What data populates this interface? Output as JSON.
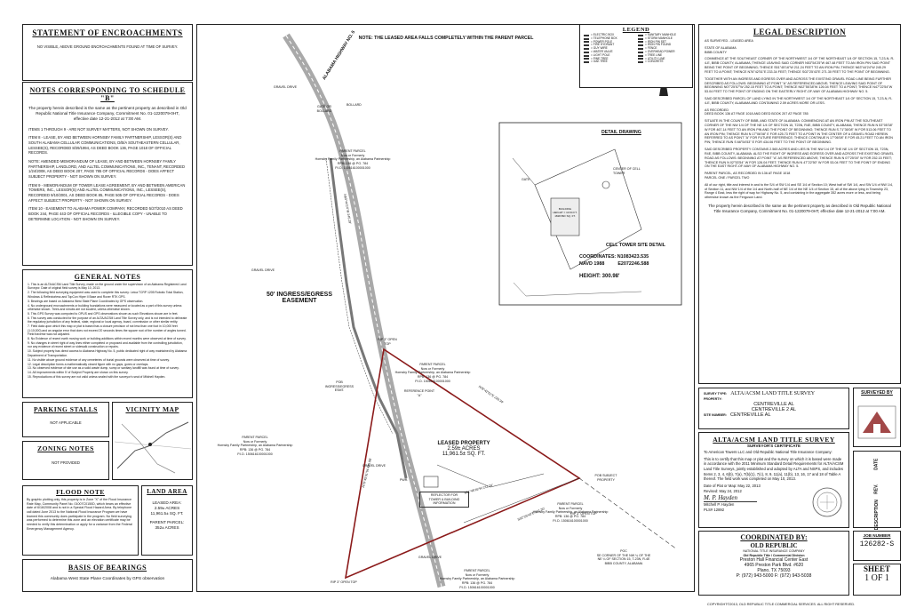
{
  "encroachments": {
    "title": "STATEMENT OF ENCROACHMENTS",
    "text": "NO VISIBLE, ABOVE GROUND ENCROACHMENTS FOUND AT TIME OF SURVEY."
  },
  "schedule_notes": {
    "title": "NOTES CORRESPONDING TO SCHEDULE \"B\"",
    "intro": "The property herein described is the same as the pertinent property as described in Old Republic National Title Insurance Company, Commitment No. 01-1220079-0HT, effective date 12-21-2012 at 7:00 AM.",
    "items": [
      "ITEMS 1 THROUGH 9 - ARE NOT SURVEY MATTERS, NOT SHOWN ON SURVEY.",
      "ITEM 8 - LEASE, BY AND BETWEEN HORNSBY FAMILY PARTNERSHIP, LESSOR(S) AND SOUTH ALABAMA CELLULAR COMMUNICATIONS, D/B/A SOUTHEASTERN CELLULAR, LESSEE(S), RECORDED 8/29/1994, AS DEED BOOK 136, PAGE 1018 OF OFFICIAL RECORDS.",
      "NOTE: AMENDED MEMORANDUM OF LEASE, BY AND BETWEEN HORNSBY FAMILY PARTNERSHIP, LANDLORD, AND ALLTEL COMMUNICATIONS, INC., TENANT, RECORDED 1/24/2008, AS DEED BOOK 207, PAGE 785 OF OFFICIAL RECORDS - DOES AFFECT SUBJECT PROPERTY - NOT SHOWN ON SURVEY.",
      "ITEM 9 - MEMORANDUM OF TOWER LEASE AGREEMENT, BY AND BETWEEN AMERICAN TOWERS, INC., LESSOR(S) AND ALLTEL COMMUNICATIONS, INC., LESSEE(S), RECORDED 9/10/2001, AS DEED BOOK 85, PAGE 505 OF OFFICIAL RECORDS - DOES AFFECT SUBJECT PROPERTY - NOT SHOWN ON SURVEY.",
      "ITEM 10 - EASEMENT TO ALABAMA POWER COMPANY, RECORDED 5/27/2010 AS DEED BOOK 244, PAGE 443 OF OFFICIAL RECORDS - ILLEGIBLE COPY - UNABLE TO DETERMINE LOCATION - NOT SHOWN ON SURVEY."
    ]
  },
  "general_notes": {
    "title": "GENERAL NOTES",
    "items": [
      "1. This is an ALTA/ACSM Land Title Survey, made on the ground under the supervision of an Alabama Registered Land Surveyor. Date of original field survey is May 10, 2013.",
      "2. The following field surveying equipment was used to complete this survey: Leica TCRP 1205 Robotic Total Station, Windows & Reflectorless and TopCon Hiper II Base and Rover RTK GPS.",
      "3. Bearings are based on Alabama West State Plane Coordinates by GPS observation.",
      "4. No underground encroachments or building foundations were measured or located as a part of this survey unless otherwise shown. Trees and shrubs are not located, unless otherwise shown.",
      "5. This GPS Survey was computed to OPUS and GPS observations shown as such Elevations shown are in feet.",
      "6. This survey was conducted for the purpose of an ALTA/ACSM Land Title Survey only, and is not intended to delineate the regulatory jurisdiction of any federal, state, regional or local agency, board, commission or other similar entity.",
      "7. Field data upon which this map or plat is based has a closure precision of not less than one foot in 10,000 feet (1:10,000) and an angular error that does not exceed 20 seconds times the square root of the number of angles turned. Field traverse was not adjusted.",
      "8. No Evidence of recent earth moving work or building additions within recent months were observed at time of survey.",
      "9. No changes in street right of way lines either completed or proposed and available from the controlling jurisdiction, nor any evidence of recent street or sidewalk construction or repairs.",
      "10. Subject property has direct access to Alabama Highway No. 5, public dedicated right of way maintained by Alabama Department of Transportation.",
      "11. No visible above ground evidence of any cemeteries of burial grounds were observed at time of survey.",
      "12. Legal description forms a mathematically closed figure with no gaps, gores or overlaps.",
      "13. No observed evidence of site use as a solid waste dump, sump or sanitary landfill was found at time of survey.",
      "14. All improvements within 5' of Subject Property are shown on this survey.",
      "15. Reproductions of this survey are not valid unless sealed with the surveyor's seal of Mitchell Hayden."
    ]
  },
  "parking": {
    "title": "PARKING STALLS",
    "text": "NOT APPLICABLE"
  },
  "zoning": {
    "title": "ZONING NOTES",
    "text": "NOT PROVIDED"
  },
  "vicinity": {
    "title": "VICINITY MAP"
  },
  "flood": {
    "title": "FLOOD NOTE",
    "text": "By graphic plotting only, this property is in Zone \"X\" of the Flood Insurance Rate Map, Community Panel No. 01007C0150D, which bears an effective date of 6/16/2008 and is not in a Special Flood Hazard Area. By telephone call dated June 2013 to the National Flood Insurance Program we have learned this community does participate in the program. No field surveying was performed to determine this zone and an elevation certificate may be needed to verify this determination or apply for a variance from the Federal Emergency Management Agency."
  },
  "land_area": {
    "title": "LAND AREA",
    "lines": [
      "LEASED AREA:",
      "2.59± ACRES",
      "11,961.5± SQ. FT.",
      "",
      "PARENT PARCEL:",
      "352± ACRES"
    ]
  },
  "basis": {
    "title": "BASIS OF BEARINGS",
    "text": "Alabama West State Plane Coordinates by GPS observation"
  },
  "map": {
    "top_note": "NOTE: THE LEASED AREA FALLS COMPLETELY WITHIN THE PARENT PARCEL",
    "highway": "ALABAMA HIGHWAY NO. 5",
    "ingress": "50' INGRESS/EGRESS",
    "easement": "EASEMENT",
    "leased_title": "LEASED PROPERTY",
    "leased_area1": "2.59± ACRES",
    "leased_area2": "11,961.5± SQ. FT.",
    "parent1": [
      "PARENT PARCEL",
      "Now or Formerly",
      "Hornsby Family Partnership, an Alabama Partnership",
      "RPB: 136 @ PG. 784",
      "P.I.D. 150616100001000"
    ],
    "parent2": [
      "PARENT PARCEL",
      "Now or Formerly",
      "Hornsby Family Partnership, an Alabama Partnership",
      "RPB: 136 @ PG. 784",
      "P.I.D. 150616100001000"
    ],
    "parent3": [
      "PARENT PARCEL",
      "Now or Formerly",
      "Hornsby Family Partnership, an Alabama Partnership",
      "RPB: 136 @ PG. 784",
      "P.I.D. 150616100001000"
    ],
    "parent4": [
      "PARENT PARCEL",
      "Now or Formerly",
      "Hornsby Family Partnership, an Alabama Partnership",
      "RPB: 136 @ PG. 784",
      "P.I.D. 150616100001000"
    ],
    "parent5": [
      "PARENT PARCEL",
      "Now or Formerly",
      "Hornsby Family Partnership, an Alabama Partnership",
      "RPB: 136 @ PG. 784",
      "P.I.D. 150616100001000"
    ],
    "poc": [
      "POC",
      "SE CORNER OF THE NW ¼ OF THE",
      "NE ¼ OF SECTION 15, T-23N, R-4E",
      "BIBB COUNTY, ALABAMA"
    ],
    "ref_point": "REFERENCE POINT \"A\"",
    "ref_box": [
      "REFLECTOR FOR",
      "TOWER & BUILDING",
      "INFORMATION"
    ],
    "detail_title": "DETAIL DRAWING",
    "cell_detail": "CELL TOWER SITE DETAIL",
    "coords": "COORDINATES: N1083423.535",
    "navd": "NAVD 1988          E2072246.588",
    "height": "HEIGHT: 300.98'",
    "building": [
      "BUILDING",
      "HEIGHT = 10.64 FT.",
      "1828.89± SQ. FT."
    ],
    "center_tower": "CENTER OF CELL TOWER",
    "gate": "GATE",
    "labels": {
      "gravel1": "GRAVEL DRIVE",
      "gate_bollard": "GATE OR BOLLARD",
      "bollard": "BOLLARD",
      "gravel2": "GRAVEL DRIVE",
      "rip_top": "RIP 3\" OPEN TOP",
      "pob": "POB INGRESS/EGRESS ESMT.",
      "gravel3": "GRAVEL DRIVE",
      "pob_subject": "POB SUBJECT PROPERTY",
      "rip_bottom": "RIP 3\" OPEN TOP",
      "rip_right": "RIP 3\" OPEN TOP",
      "gravel4": "GRAVEL DRIVE",
      "pwr": "PWR."
    },
    "bearing1": "N76°42'51\"E 233.34'",
    "bearing2": "S02°25'43\"E 271.30'",
    "bearing3": "N76°45'01\"W 445.98'",
    "bearing4": "S51°45'16\"W 211.24'",
    "bearing5": "N63°44'24\"W 245.29'"
  },
  "legend": {
    "title": "LEGEND",
    "items": [
      "= ELECTRIC BOX",
      "= TELEPHONE BOX",
      "= POWER POLE",
      "= FIRE HYDRANT",
      "= GUY WIRE",
      "= WATER VALVE",
      "= LIGHT POLE",
      "= PINE TREE",
      "= OAK TREE",
      "= SANITARY MANHOLE",
      "= STORM MANHOLE",
      "= IRON PIN SET",
      "= IRON PIN FOUND",
      "= FENCE",
      "= OVERHEAD POWER",
      "= TREE LINE",
      "= UTILITY LINE",
      "= CONCRETE"
    ]
  },
  "legal": {
    "title": "LEGAL DESCRIPTION",
    "paragraphs": [
      "AS SURVEYED - LEASED AREA",
      "STATE OF ALABAMA\nBIBB COUNTY",
      "COMMENCE AT THE SOUTHEAST CORNER OF THE NORTHWEST 1/4 OF THE NORTHEAST 1/4 OF SECTION 15, T-23-N, R-4-E, BIBB COUNTY, ALABAMA; THENCE LEAVING SAID CORNER N53°54'25\"W 467.48 FEET TO AN IRON PIN SAID POINT BEING THE POINT OF BEGINNING; THENCE S51°45'16\"W 211.24 FEET TO AN IRON PIN; THENCE N63°44'24\"W 245.29 FEET TO A POINT; THENCE N76°42'51\"E 233.34 FEET; THENCE S02°25'43\"E 271.30 FEET TO THE POINT OF BEGINNING.",
      "TOGETHER WITH AN INGRESS AND EGRESS OVER AND ACROSS THE EXISTING GRAVEL ROAD LINE BEING FURTHER DESCRIBED AS FOLLOWS: BEGINNING AT POINT \"A\" AS REFERENCED ABOVE; THENCE LEAVING SAID POINT OF BEGINNING N07°25'57\"W 252.15 FEET TO A POINT; THENCE N02°55'38\"W 126.04 FEET TO A POINT; THENCE N47°22'54\"W 53.04 FEET TO THE POINT OF ENDING ON THE EASTERLY RIGHT-OF-WAY OF ALABAMA HIGHWAY NO. 5.",
      "SAID DESCRIBED PARCEL OF LAND LYING IN THE NORTHWEST 1/4 OF THE NORTHEAST 1/4 OF SECTION 15, T-23-N, R-4-E, BIBB COUNTY, ALABAMA AND CONTAINING 2.59 ACRES MORE OR LESS.",
      "AS RECORDED\nDEED BOOK 136 AT PAGE 1018 AND DEED BOOK 207 AT PAGE 785",
      "SITUATE IN THE COUNTY OF BIBB, AND STATE OF ALABAMA: COMMENCING AT AN IRON PIN AT THE SOUTHEAST CORNER OF THE NW 1/4 OF THE NE 1/4 OF SECTION 15, T23N, R4E, BIBB COUNTY, ALABAMA; THENCE RUN N 53°05'38\" W FOR 467.14 FEET TO AN IRON PIN AND THE POINT OF BEGINNING; THENCE RUN S 71°36'08\" W FOR 513.06 FEET TO AN IRON PIN; THENCE RUN N 17°06'08\" E FOR 425.73 FEET TO A POINT IN THE CENTER OF A GRAVEL ROAD HEREIN REFERRED TO AS POINT \"A\" FOR FUTURE REFERENCE; THENCE CONTINUE N 17°06'08\" E FOR 45.21 FEET TO AN IRON PIN; THENCE RUN S 66°54'53\" E FOR 434.06 FEET TO THE POINT OF BEGINNING.",
      "SAID DESCRIBED PROPERTY CONTAINS 2.565 ACRES AND LIES IN THE NW 1/4 OF THE NE 1/4 OF SECTION 15, T23N, R4E, BIBB COUNTY, ALABAMA. ALSO THE RIGHT OF INGRESS AND EGRESS OVER AND ACROSS THE EXISTING GRAVEL ROAD AS FOLLOWS: BEGINNING AT POINT \"A\" AS REFERENCED ABOVE; THENCE RUN N 07°25'00\" W FOR 252.15 FEET; THENCE RUN N 02°53'54\" W FOR 126.04 FEET; THENCE RUN N 47°22'50\" W FOR 53.04 FEET TO THE POINT OF ENDING ON THE EAST RIGHT-OF-WAY OF ALABAMA HIGHWAY NO. 5.",
      "PARENT PARCEL, AS RECORDED IN 136 AT PAGE 1018\nPARCEL ONE / PARCEL TWO",
      "All of our right, title and interest in and to the S/4 of SW 1/4 and SE 1/4 of Section 10; West half of SW 1/4, and SW 1/4 of NW 1/4, of Section 11, and NW 1/4 of the 1/4 and North-half of NE 1/4 of the NE 1/4 of Section 15, all of the above lying in Township 23, Range 4 East, less the right of way for Highway No. 5, and containing in the aggregate 352 acres more or less, and being otherwise known as the Ferguson Land."
    ],
    "closing": "The property herein described is the same as the pertinent property as described in Old Republic National Title Insurance Company, Commitment No. 01-1220079-0HT, effective date 12-21-2012 at 7:00 AM."
  },
  "survey_info": {
    "survey_label": "SURVEY TYPE:",
    "survey_value": "ALTA/ACSM LAND TITLE SURVEY",
    "property_label": "PROPERTY:",
    "site": "CENTREVILLE AL",
    "site2": "CENTREVILLE 2 AL",
    "site_label": "SITE NUMBER:",
    "site_number": "CENTREVILLE AL"
  },
  "certificate": {
    "title": "ALTA/ACSM LAND TITLE SURVEY",
    "subtitle": "SURVEYOR'S CERTIFICATE",
    "to": "To American Towers LLC and Old Republic National Title Insurance Company:",
    "body": "This is to certify that this map or plat and the survey on which it is based were made in accordance with the 2011 Minimum Standard Detail Requirements for ALTA/ACSM Land Title Surveys, jointly established and adopted by ALTA and NSPS, and includes Items 2, 3, 4, 6(b), 7(a), 7(b)(1), 7(c), 8, 9, 11(a), 11(b), 13, 16, 17 and 18 of Table A thereof. The field work was completed on May 10, 2013.",
    "date_line": "Date of Plat or Map: May 22, 2013",
    "revised": "Revised: May 24, 2012",
    "signature": "M. P. Hayden",
    "surveyor": "Mitchell P. Hayden",
    "pls": "PLS# 12892"
  },
  "coordinated": {
    "title": "COORDINATED BY:",
    "company": "OLD REPUBLIC",
    "sub": "NATIONAL TITLE INSURANCE COMPANY",
    "dept": "Old Republic Title / Commercial Division",
    "addr1": "Preston Hall Financial Center East",
    "addr2": "4965 Preston Park Blvd. #620",
    "addr3": "Plano, TX 75093",
    "phone": "P: (972) 943-5000   F: (972) 943-5038"
  },
  "job": {
    "label": "JOB NUMBER",
    "value": "126282-S"
  },
  "sheet": {
    "title": "SHEET",
    "value": "1 OF 1"
  },
  "surveyed_by": "SURVEYED BY",
  "side_labels": [
    "DATE",
    "REV.",
    "DESCRIPTION"
  ],
  "copyright": "COPYRIGHT©2013, OLD REPUBLIC TITLE COMMERCIAL SERVICES. ALL RIGHT RESERVED.",
  "colors": {
    "lease_line": "#8b1a1a",
    "ink": "#1a1a1a",
    "road": "#8a8a8a"
  }
}
